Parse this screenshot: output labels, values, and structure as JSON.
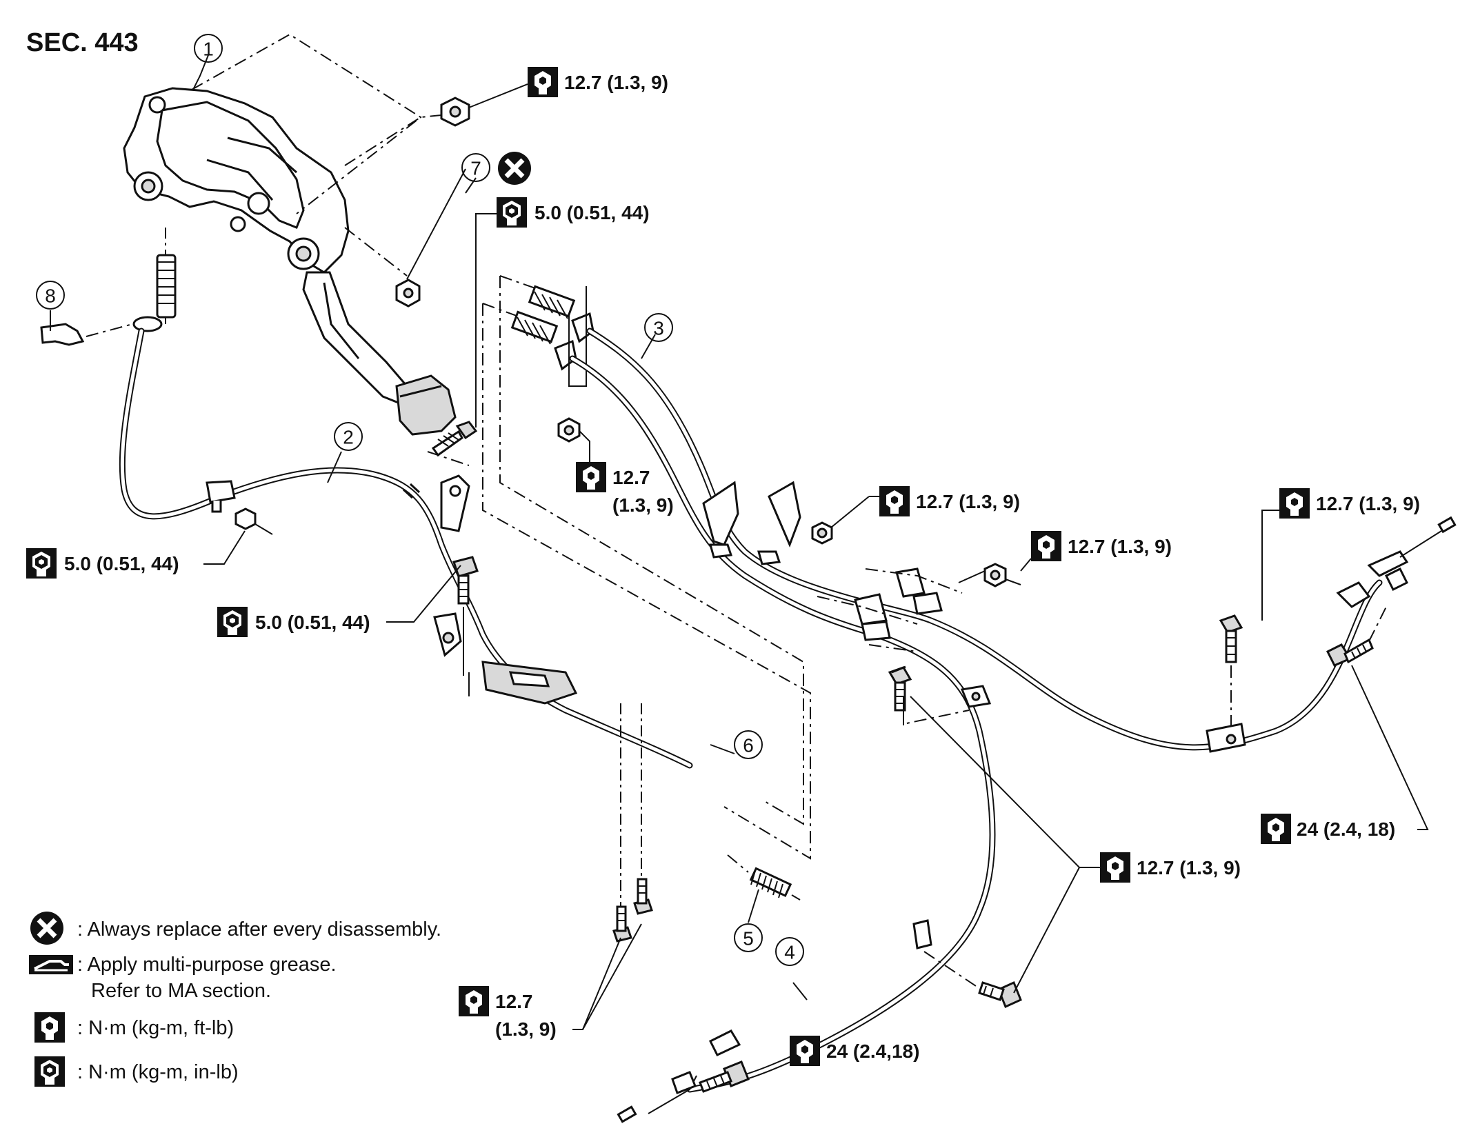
{
  "section": "SEC. 443",
  "callouts": [
    {
      "id": "1",
      "label": "1"
    },
    {
      "id": "2",
      "label": "2"
    },
    {
      "id": "3",
      "label": "3"
    },
    {
      "id": "4",
      "label": "4"
    },
    {
      "id": "5",
      "label": "5"
    },
    {
      "id": "6",
      "label": "6"
    },
    {
      "id": "7",
      "label": "7"
    },
    {
      "id": "8",
      "label": "8"
    }
  ],
  "torque_labels": {
    "t1": "12.7 (1.3, 9)",
    "t2": "5.0 (0.51, 44)",
    "t3a": "12.7",
    "t3b": "(1.3, 9)",
    "t4": "12.7 (1.3, 9)",
    "t5": "12.7 (1.3, 9)",
    "t6": "12.7 (1.3, 9)",
    "t7": "5.0 (0.51, 44)",
    "t8": "5.0 (0.51, 44)",
    "t9": "24 (2.4, 18)",
    "t10": "12.7 (1.3, 9)",
    "t11a": "12.7",
    "t11b": "(1.3, 9)",
    "t12": "24 (2.4,18)"
  },
  "legend": {
    "replace": ": Always replace after every disassembly.",
    "grease_1": ": Apply multi-purpose grease.",
    "grease_2": "Refer to MA section.",
    "ft_lb": ": N·m (kg-m, ft-lb)",
    "in_lb": ": N·m (kg-m, in-lb)"
  },
  "icons": {
    "torque_ftlb": "torque-wrench-ftlb-icon",
    "torque_inlb": "torque-wrench-inlb-icon",
    "replace": "always-replace-icon",
    "grease": "grease-icon"
  }
}
